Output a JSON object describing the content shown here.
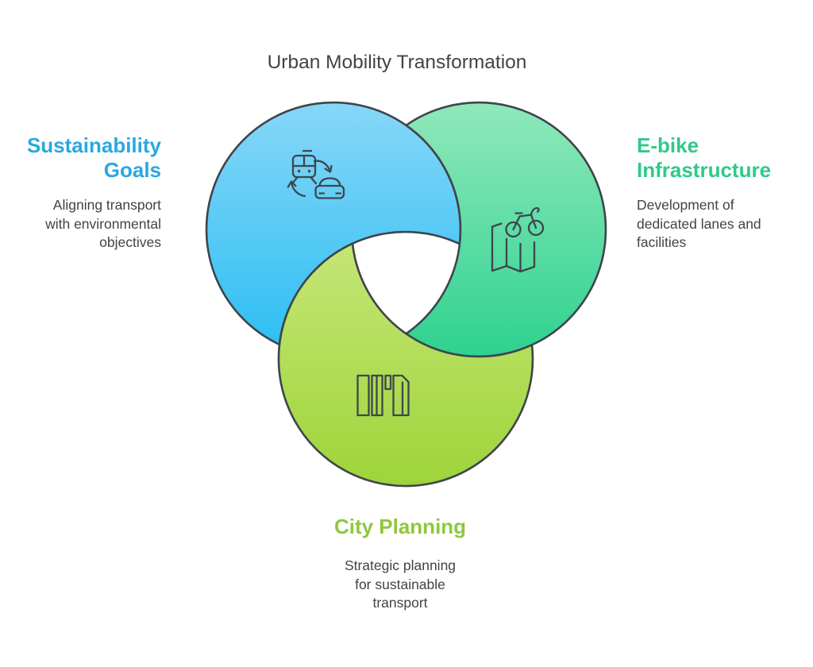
{
  "title": "Urban Mobility Transformation",
  "colors": {
    "blue_label": "#29A8E0",
    "green_label": "#2FC98A",
    "lime_label": "#8FC73E",
    "text_dark": "#3F4448",
    "outline": "#3E454B",
    "icon_stroke": "#3E464D",
    "blue_top": "#87D7F8",
    "blue_bottom": "#2ABEF2",
    "green_top": "#90E8BA",
    "green_bottom": "#2ED290",
    "lime_top": "#C6E778",
    "lime_bottom": "#9ED43A"
  },
  "circles": {
    "sustainability": {
      "heading_line1": "Sustainability",
      "heading_line2": "Goals",
      "desc_line1": "Aligning transport",
      "desc_line2": "with environmental",
      "desc_line3": "objectives",
      "icon": "train-car-swap-icon"
    },
    "ebike": {
      "heading_line1": "E-bike",
      "heading_line2": "Infrastructure",
      "desc_line1": "Development of",
      "desc_line2": "dedicated lanes and",
      "desc_line3": "facilities",
      "icon": "bike-map-icon"
    },
    "city": {
      "heading_line1": "City Planning",
      "desc_line1": "Strategic planning",
      "desc_line2": "for sustainable",
      "desc_line3": "transport",
      "icon": "city-buildings-icon"
    }
  }
}
